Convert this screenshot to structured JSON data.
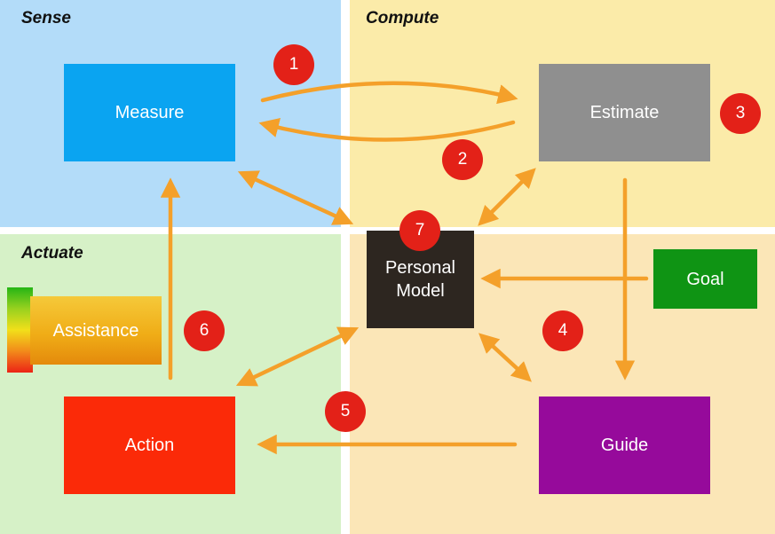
{
  "quadrants": {
    "sense": "Sense",
    "compute": "Compute",
    "actuate": "Actuate"
  },
  "boxes": {
    "measure": "Measure",
    "estimate": "Estimate",
    "personal_model": "Personal\nModel",
    "goal": "Goal",
    "assistance": "Assistance",
    "action": "Action",
    "guide": "Guide"
  },
  "badges": {
    "b1": "1",
    "b2": "2",
    "b3": "3",
    "b4": "4",
    "b5": "5",
    "b6": "6",
    "b7": "7"
  },
  "colors": {
    "arrow": "#f4a02a",
    "badge": "#e32118"
  }
}
